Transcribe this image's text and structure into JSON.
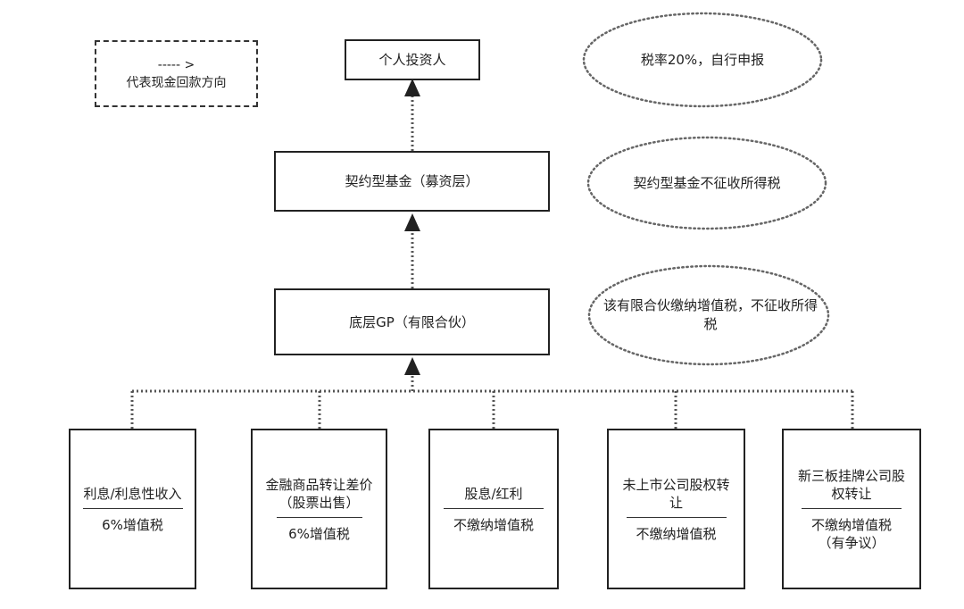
{
  "legend": {
    "arrow_text": "----- >",
    "label": "代表现金回款方向"
  },
  "nodes": {
    "investor": "个人投资人",
    "fund": "契约型基金（募资层）",
    "gp": "底层GP（有限合伙）"
  },
  "notes": {
    "investor": "税率20%，自行申报",
    "fund": "契约型基金不征收所得税",
    "gp": "该有限合伙缴纳增值税，不征收所得税"
  },
  "sources": [
    {
      "title": "利息/利息性收入",
      "tax": "6%增值税"
    },
    {
      "title": "金融商品转让差价（股票出售）",
      "tax": "6%增值税"
    },
    {
      "title": "股息/红利",
      "tax": "不缴纳增值税"
    },
    {
      "title": "未上市公司股权转让",
      "tax": "不缴纳增值税"
    },
    {
      "title": "新三板挂牌公司股权转让",
      "tax": "不缴纳增值税（有争议）"
    }
  ],
  "colors": {
    "line": "#222222",
    "dotted": "#555555"
  }
}
